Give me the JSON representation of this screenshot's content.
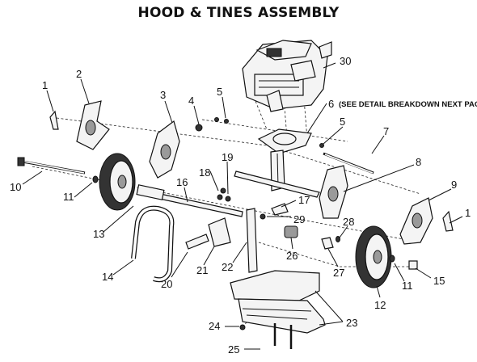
{
  "title": "HOOD & TINES ASSEMBLY",
  "note": "(SEE DETAIL BREAKDOWN NEXT PAGE)",
  "labels": [
    {
      "id": "1a",
      "text": "1"
    },
    {
      "id": "2",
      "text": "2"
    },
    {
      "id": "3",
      "text": "3"
    },
    {
      "id": "4",
      "text": "4"
    },
    {
      "id": "5a",
      "text": "5"
    },
    {
      "id": "6",
      "text": "6"
    },
    {
      "id": "5b",
      "text": "5"
    },
    {
      "id": "7",
      "text": "7"
    },
    {
      "id": "8",
      "text": "8"
    },
    {
      "id": "9",
      "text": "9"
    },
    {
      "id": "1b",
      "text": "1"
    },
    {
      "id": "10",
      "text": "10"
    },
    {
      "id": "11a",
      "text": "11"
    },
    {
      "id": "13",
      "text": "13"
    },
    {
      "id": "16",
      "text": "16"
    },
    {
      "id": "18",
      "text": "18"
    },
    {
      "id": "19",
      "text": "19"
    },
    {
      "id": "17",
      "text": "17"
    },
    {
      "id": "29",
      "text": "29"
    },
    {
      "id": "28",
      "text": "28"
    },
    {
      "id": "26",
      "text": "26"
    },
    {
      "id": "27",
      "text": "27"
    },
    {
      "id": "14",
      "text": "14"
    },
    {
      "id": "21",
      "text": "21"
    },
    {
      "id": "22",
      "text": "22"
    },
    {
      "id": "20",
      "text": "20"
    },
    {
      "id": "11b",
      "text": "11"
    },
    {
      "id": "15",
      "text": "15"
    },
    {
      "id": "12",
      "text": "12"
    },
    {
      "id": "23",
      "text": "23"
    },
    {
      "id": "24",
      "text": "24"
    },
    {
      "id": "25",
      "text": "25"
    },
    {
      "id": "30",
      "text": "30"
    }
  ]
}
